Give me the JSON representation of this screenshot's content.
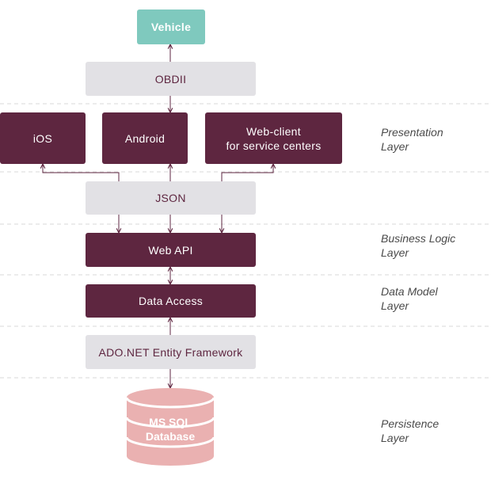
{
  "nodes": {
    "vehicle": "Vehicle",
    "obdii": "OBDII",
    "ios": "iOS",
    "android": "Android",
    "web_client_line1": "Web-client",
    "web_client_line2": "for service centers",
    "json": "JSON",
    "web_api": "Web API",
    "data_access": "Data Access",
    "ado_net": "ADO.NET Entity Framework",
    "db_line1": "MS SQL",
    "db_line2": "Database"
  },
  "layers": {
    "presentation_line1": "Presentation",
    "presentation_line2": "Layer",
    "business_line1": "Business Logic",
    "business_line2": "Layer",
    "data_model_line1": "Data Model",
    "data_model_line2": "Layer",
    "persistence_line1": "Persistence",
    "persistence_line2": "Layer"
  },
  "colors": {
    "teal": "#7fc9be",
    "grey": "#e2e1e5",
    "plum": "#5e2640",
    "database_pink": "#eab1b1",
    "arrow": "#5e2640",
    "divider": "#d9d9d9"
  }
}
